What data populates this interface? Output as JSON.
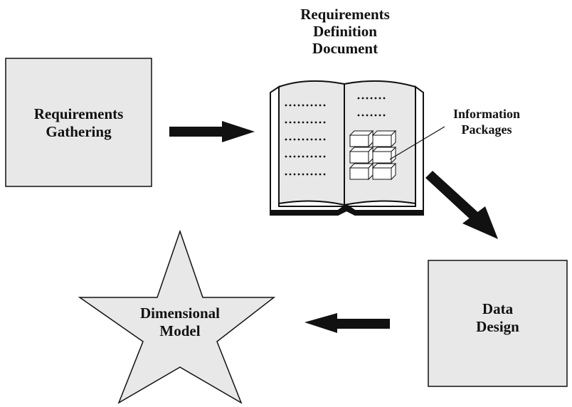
{
  "diagram": {
    "requirements_gathering": {
      "line1": "Requirements",
      "line2": "Gathering"
    },
    "document_title": {
      "line1": "Requirements",
      "line2": "Definition",
      "line3": "Document"
    },
    "information_packages": {
      "line1": "Information",
      "line2": "Packages"
    },
    "data_design": {
      "line1": "Data",
      "line2": "Design"
    },
    "dimensional_model": {
      "line1": "Dimensional",
      "line2": "Model"
    }
  },
  "colors": {
    "box_fill": "#e8e8e8",
    "stroke": "#111111",
    "arrow": "#111111"
  }
}
